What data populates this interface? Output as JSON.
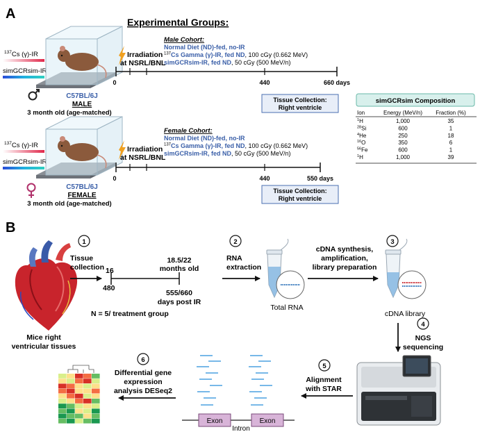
{
  "panel_a": {
    "letter": "A",
    "heading": "Experimental Groups:",
    "male": {
      "ir_cs_label": "Cs (γ)-IR",
      "ir_cs_sup": "137",
      "ir_sim_label": "simGCRsim-IR",
      "irradiation": "Irradiation",
      "irradiation_place": "at NSRL/BNL",
      "strain": "C57BL/6J",
      "sex": "MALE",
      "age": "3 month old (age-matched)",
      "cohort_title": "Male Cohort:",
      "group1": "Normal Diet (ND)-fed, no-IR",
      "group2_sup": "137",
      "group2_bold": "Cs Gamma (γ)-IR, fed ND",
      "group2_rest": ", 100 cGy (0.662 MeV)",
      "group3_bold": "simGCRsim-IR, fed ND",
      "group3_rest": ", 50 cGy (500 MeV/n)",
      "tick_start": "0",
      "tick_mid": "440",
      "tick_end": "660 days",
      "collection_line1": "Tissue Collection:",
      "collection_line2": "Right ventricle"
    },
    "female": {
      "ir_cs_label": "Cs (γ)-IR",
      "ir_cs_sup": "137",
      "ir_sim_label": "simGCRsim-IR",
      "irradiation": "Irradiation",
      "irradiation_place": "at NSRL/BNL",
      "strain": "C57BL/6J",
      "sex": "FEMALE",
      "age": "3 month old (age-matched)",
      "cohort_title": "Female Cohort:",
      "group1": "Normal Diet (ND)-fed, no-IR",
      "group2_sup": "137",
      "group2_bold": "Cs Gamma (γ)-IR, fed ND",
      "group2_rest": ", 100 cGy (0.662 MeV)",
      "group3_bold": "simGCRsim-IR, fed ND",
      "group3_rest": ", 50 cGy (500 MeV/n)",
      "tick_start": "0",
      "tick_mid": "440",
      "tick_end": "550 days",
      "collection_line1": "Tissue Collection:",
      "collection_line2": "Right ventricle"
    },
    "composition": {
      "title": "simGCRsim Composition",
      "headers": [
        "Ion",
        "Energy (MeV/n)",
        "Fraction (%)"
      ],
      "rows": [
        {
          "sup": "1",
          "ion": "H",
          "energy": "1,000",
          "fraction": "35"
        },
        {
          "sup": "28",
          "ion": "Si",
          "energy": "600",
          "fraction": "1"
        },
        {
          "sup": "4",
          "ion": "He",
          "energy": "250",
          "fraction": "18"
        },
        {
          "sup": "16",
          "ion": "O",
          "energy": "350",
          "fraction": "6"
        },
        {
          "sup": "56",
          "ion": "Fe",
          "energy": "600",
          "fraction": "1"
        },
        {
          "sup": "1",
          "ion": "H",
          "energy": "1,000",
          "fraction": "39"
        }
      ]
    }
  },
  "panel_b": {
    "letter": "B",
    "heart_caption_1": "Mice right",
    "heart_caption_2": "ventricular tissues",
    "step1_num": "1",
    "step1_line1": "Tissue",
    "step1_line2": "collection",
    "tl_top_left": "16",
    "tl_bottom_left": "480",
    "tl_top_right_1": "18.5/22",
    "tl_top_right_2": "months old",
    "tl_bottom_right_1": "555/660",
    "tl_bottom_right_2": "days post IR",
    "n_label": "N = 5/ treatment group",
    "step2_num": "2",
    "step2_line1": "RNA",
    "step2_line2": "extraction",
    "total_rna": "Total RNA",
    "step3_num": "3",
    "step3_line1": "cDNA synthesis,",
    "step3_line2": "amplification,",
    "step3_line3": "library preparation",
    "cdna_library": "cDNA library",
    "step4_num": "4",
    "step4_line1": "NGS",
    "step4_line2": "sequencing",
    "step5_num": "5",
    "step5_line1": "Alignment",
    "step5_line2": "with STAR",
    "exon_1": "Exon",
    "exon_2": "Exon",
    "intron": "Intron",
    "step6_num": "6",
    "step6_line1": "Differential gene",
    "step6_line2": "expression",
    "step6_line3": "analysis DESeq2"
  },
  "colors": {
    "blue_text": "#3a5fa8",
    "box_fill": "#e8eef8",
    "box_stroke": "#4a6fb0",
    "comp_fill": "#d8f0ec",
    "comp_stroke": "#6ab8a8",
    "female_symbol": "#b0306a",
    "bolt": "#f0a020",
    "exon_fill": "#d8b4d8"
  }
}
